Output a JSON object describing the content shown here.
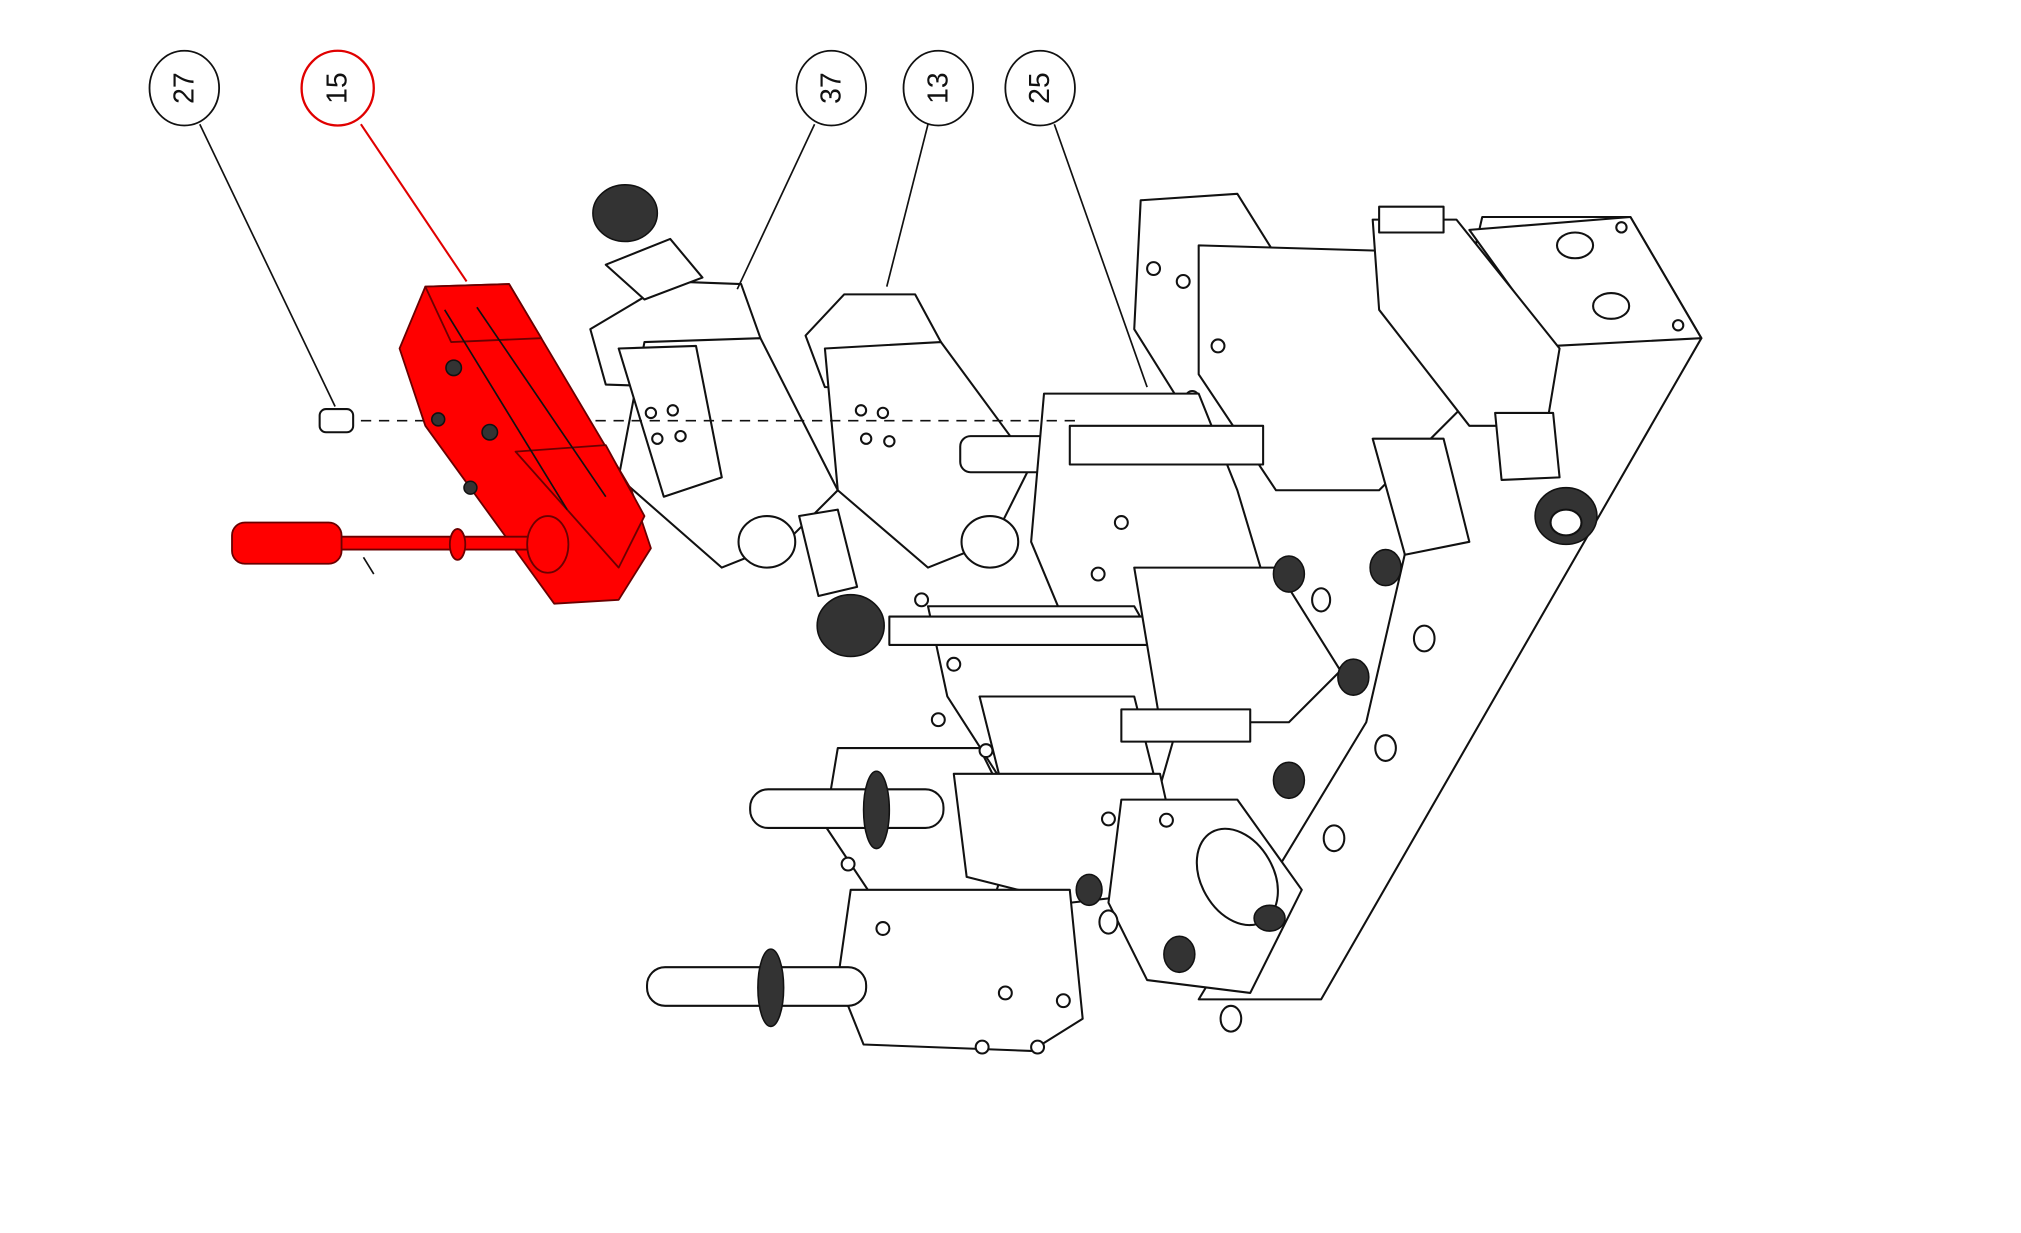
{
  "diagram": {
    "type": "exploded-parts-view",
    "highlight_color": "#ff0000",
    "line_color": "#111111",
    "callouts": [
      {
        "label": "27",
        "highlighted": false
      },
      {
        "label": "15",
        "highlighted": true
      },
      {
        "label": "37",
        "highlighted": false
      },
      {
        "label": "13",
        "highlighted": false
      },
      {
        "label": "25",
        "highlighted": false
      }
    ]
  }
}
